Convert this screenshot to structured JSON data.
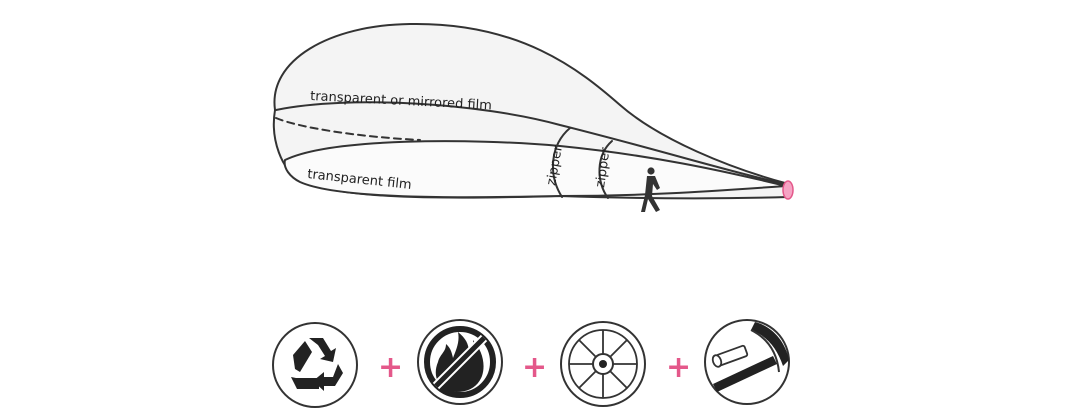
{
  "diagram": {
    "labels": {
      "upper_film": "transparent or mirrored film",
      "lower_film": "transparent film",
      "zipper_left": "zipper",
      "zipper_right": "zipper"
    }
  },
  "features": {
    "separator": "+",
    "items": [
      {
        "icon": "recycle-icon"
      },
      {
        "icon": "no-fire-icon"
      },
      {
        "icon": "fan-icon"
      },
      {
        "icon": "tube-connector-icon"
      }
    ]
  },
  "colors": {
    "outline": "#333333",
    "fill": "#f4f4f4",
    "accent": "#e4588a",
    "icon_dark": "#222222"
  }
}
